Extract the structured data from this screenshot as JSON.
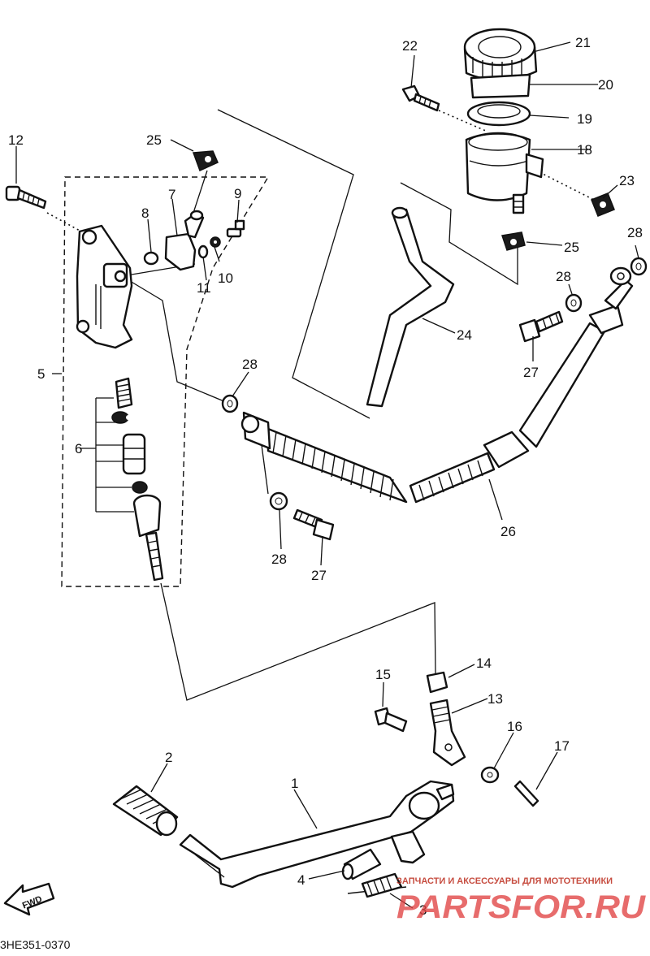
{
  "diagram": {
    "callouts": [
      "1",
      "2",
      "3",
      "4",
      "5",
      "6",
      "7",
      "8",
      "9",
      "10",
      "11",
      "12",
      "13",
      "14",
      "15",
      "16",
      "17",
      "18",
      "19",
      "20",
      "21",
      "22",
      "23",
      "24",
      "25",
      "25",
      "26",
      "27",
      "27",
      "28",
      "28",
      "28",
      "28"
    ],
    "fwd_label": "FWD",
    "diagram_code": "3HE351-0370",
    "watermark_caption": "ЗАПЧАСТИ И АКСЕССУАРЫ ДЛЯ МОТОТЕХНИКИ",
    "watermark_logo": "PARTSFOR.RU"
  }
}
